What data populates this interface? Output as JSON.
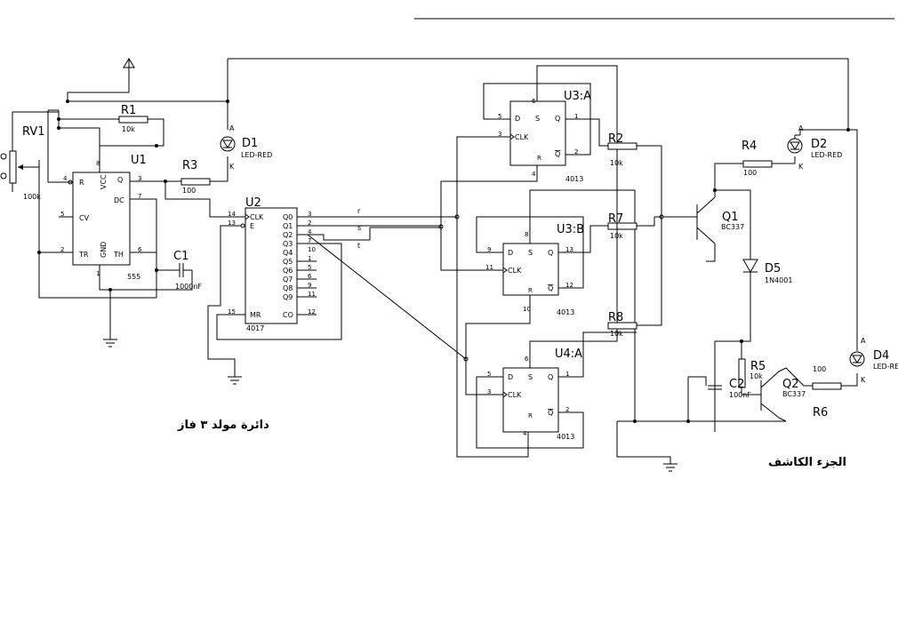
{
  "components": {
    "u1": {
      "ref": "U1",
      "part": "555",
      "pins": {
        "r": "R",
        "vcc": "VCC",
        "q": "Q",
        "dc": "DC",
        "cv": "CV",
        "tr": "TR",
        "gnd": "GND",
        "th": "TH"
      },
      "pin_numbers": {
        "r": "4",
        "vcc": "8",
        "q": "3",
        "dc": "7",
        "cv": "5",
        "tr": "2",
        "gnd": "1",
        "th": "6"
      }
    },
    "u2": {
      "ref": "U2",
      "part": "4017",
      "pins": {
        "clk": "CLK",
        "e": "E",
        "mr": "MR",
        "co": "CO",
        "q0": "Q0",
        "q1": "Q1",
        "q2": "Q2",
        "q3": "Q3",
        "q4": "Q4",
        "q5": "Q5",
        "q6": "Q6",
        "q7": "Q7",
        "q8": "Q8",
        "q9": "Q9"
      },
      "pin_numbers": {
        "clk": "14",
        "e": "13",
        "mr": "15",
        "co": "12",
        "q0": "3",
        "q1": "2",
        "q2": "4",
        "q3": "7",
        "q4": "10",
        "q5": "1",
        "q6": "5",
        "q7": "6",
        "q8": "9",
        "q9": "11"
      }
    },
    "u3a": {
      "ref": "U3:A",
      "part": "4013",
      "pins": {
        "d": "D",
        "s": "S",
        "q": "Q",
        "clk": "CLK",
        "qb": "Q",
        "r": "R"
      },
      "pin_numbers": {
        "d": "5",
        "s": "6",
        "q": "1",
        "clk": "3",
        "qb": "2",
        "r": "4"
      }
    },
    "u3b": {
      "ref": "U3:B",
      "part": "4013",
      "pins": {
        "d": "D",
        "s": "S",
        "q": "Q",
        "clk": "CLK",
        "qb": "Q",
        "r": "R"
      },
      "pin_numbers": {
        "d": "9",
        "s": "8",
        "q": "13",
        "clk": "11",
        "qb": "12",
        "r": "10"
      }
    },
    "u4a": {
      "ref": "U4:A",
      "part": "4013",
      "pins": {
        "d": "D",
        "s": "S",
        "q": "Q",
        "clk": "CLK",
        "qb": "Q",
        "r": "R"
      },
      "pin_numbers": {
        "d": "5",
        "s": "6",
        "q": "1",
        "clk": "3",
        "qb": "2",
        "r": "4"
      }
    },
    "rv1": {
      "ref": "RV1",
      "value": "100k"
    },
    "r1": {
      "ref": "R1",
      "value": "10k"
    },
    "r2": {
      "ref": "R2",
      "value": "10k"
    },
    "r3": {
      "ref": "R3",
      "value": "100"
    },
    "r4": {
      "ref": "R4",
      "value": "100"
    },
    "r5": {
      "ref": "R5",
      "value": "10k"
    },
    "r6": {
      "ref": "R6",
      "value": "100"
    },
    "r7": {
      "ref": "R7",
      "value": "10k"
    },
    "r8": {
      "ref": "R8",
      "value": "10k"
    },
    "c1": {
      "ref": "C1",
      "value": "1000nF"
    },
    "c2": {
      "ref": "C2",
      "value": "100nF"
    },
    "d1": {
      "ref": "D1",
      "value": "LED-RED",
      "a": "A",
      "k": "K"
    },
    "d2": {
      "ref": "D2",
      "value": "LED-RED",
      "a": "A",
      "k": "K"
    },
    "d4": {
      "ref": "D4",
      "value": "LED-RED",
      "a": "A",
      "k": "K"
    },
    "d5": {
      "ref": "D5",
      "value": "1N4001"
    },
    "q1": {
      "ref": "Q1",
      "value": "BC337"
    },
    "q2": {
      "ref": "Q2",
      "value": "BC337"
    }
  },
  "nets": {
    "r": "r",
    "s": "s",
    "t": "t"
  },
  "captions": {
    "generator": "دائرة مولد ٣ فاز",
    "detector": "الجزء الكاشف"
  }
}
